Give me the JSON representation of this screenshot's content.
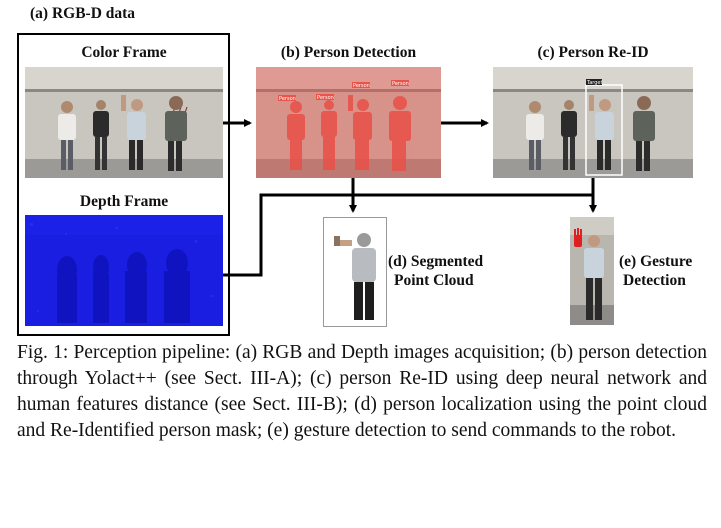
{
  "panels": {
    "rgbd_title": "(a) RGB-D data",
    "color_frame": "Color Frame",
    "depth_frame": "Depth Frame",
    "detection_title": "(b) Person Detection",
    "reid_title": "(c) Person Re-ID",
    "segmented_line1": "(d) Segmented",
    "segmented_line2": "Point Cloud",
    "gesture_line1": "(e) Gesture",
    "gesture_line2": "Detection"
  },
  "overlays": {
    "person_tag": "Person",
    "target_tag": "Target"
  },
  "caption": "Fig. 1: Perception pipeline: (a) RGB and Depth images acquisition; (b) person detection through Yolact++ (see Sect. III-A); (c) person Re-ID using deep neural network and human features distance (see Sect. III-B); (d) person localization using the point cloud and Re-Identified person mask; (e) gesture detection to send commands to the robot.",
  "colors": {
    "detection_tint": "#e8534a",
    "depth_blue": "#1a1ee0",
    "gesture_hand": "#e02020"
  }
}
